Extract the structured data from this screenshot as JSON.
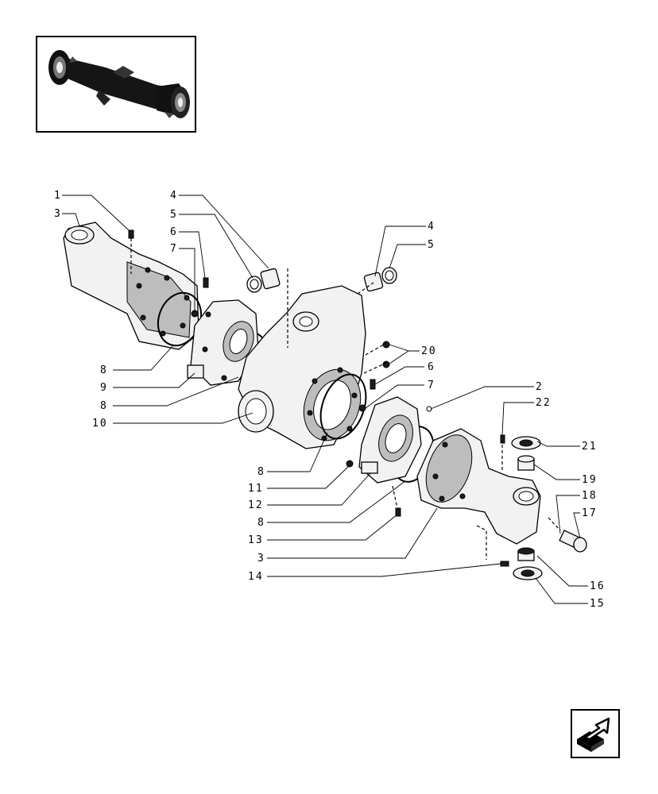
{
  "callouts": [
    {
      "id": "c-1-top",
      "text": "1"
    },
    {
      "id": "c-3-top",
      "text": "3"
    },
    {
      "id": "c-4-left",
      "text": "4"
    },
    {
      "id": "c-5-left",
      "text": "5"
    },
    {
      "id": "c-6-left",
      "text": "6"
    },
    {
      "id": "c-7-left",
      "text": "7"
    },
    {
      "id": "c-4-right",
      "text": "4"
    },
    {
      "id": "c-5-right",
      "text": "5"
    },
    {
      "id": "c-20",
      "text": "20"
    },
    {
      "id": "c-6-right",
      "text": "6"
    },
    {
      "id": "c-7-right",
      "text": "7"
    },
    {
      "id": "c-2",
      "text": "2"
    },
    {
      "id": "c-22",
      "text": "22"
    },
    {
      "id": "c-21",
      "text": "21"
    },
    {
      "id": "c-19",
      "text": "19"
    },
    {
      "id": "c-18",
      "text": "18"
    },
    {
      "id": "c-17",
      "text": "17"
    },
    {
      "id": "c-16",
      "text": "16"
    },
    {
      "id": "c-15",
      "text": "15"
    },
    {
      "id": "c-8-a",
      "text": "8"
    },
    {
      "id": "c-9",
      "text": "9"
    },
    {
      "id": "c-8-b",
      "text": "8"
    },
    {
      "id": "c-10",
      "text": "10"
    },
    {
      "id": "c-8-c",
      "text": "8"
    },
    {
      "id": "c-11",
      "text": "11"
    },
    {
      "id": "c-12",
      "text": "12"
    },
    {
      "id": "c-8-d",
      "text": "8"
    },
    {
      "id": "c-13",
      "text": "13"
    },
    {
      "id": "c-3-bottom",
      "text": "3"
    },
    {
      "id": "c-14",
      "text": "14"
    }
  ],
  "icons": {
    "thumbnail": "axle-assembly-thumbnail-icon",
    "navigation": "next-page-arrow-icon"
  }
}
